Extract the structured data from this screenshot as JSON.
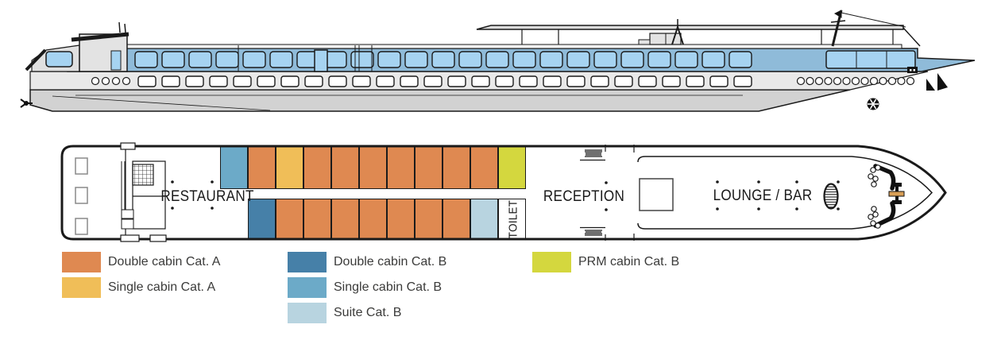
{
  "deck_plan": {
    "labels": {
      "restaurant": "RESTAURANT",
      "reception": "RECEPTION",
      "lounge_bar": "LOUNGE / BAR",
      "toilet": "TOILET"
    },
    "rows": [
      {
        "id": "top",
        "cells": [
          "single_b",
          "double_a",
          "single_a",
          "double_a",
          "double_a",
          "double_a",
          "double_a",
          "double_a",
          "double_a",
          "double_a",
          "prm_b"
        ]
      },
      {
        "id": "bottom",
        "cells": [
          "double_b",
          "double_a",
          "double_a",
          "double_a",
          "double_a",
          "double_a",
          "double_a",
          "double_a",
          "suite_b",
          "toilet"
        ]
      }
    ]
  },
  "legend": {
    "text_color": "#3B3B3A",
    "columns": [
      [
        {
          "key": "double_a",
          "label": "Double cabin Cat. A",
          "color": "#DF8951"
        },
        {
          "key": "single_a",
          "label": "Single cabin Cat. A",
          "color": "#F0BE58"
        }
      ],
      [
        {
          "key": "double_b",
          "label": "Double cabin Cat. B",
          "color": "#4680A8"
        },
        {
          "key": "single_b",
          "label": "Single cabin Cat. B",
          "color": "#6CAAC8"
        },
        {
          "key": "suite_b",
          "label": "Suite Cat. B",
          "color": "#B8D4E0"
        }
      ],
      [
        {
          "key": "prm_b",
          "label": "PRM cabin Cat. B",
          "color": "#D4D73E"
        }
      ]
    ]
  },
  "colors": {
    "outline": "#1A1A1A",
    "ship_band_blue": "#8FBBD9",
    "ship_window_blue": "#A6D3F1",
    "toilet_fill": "#FFFFFF"
  }
}
